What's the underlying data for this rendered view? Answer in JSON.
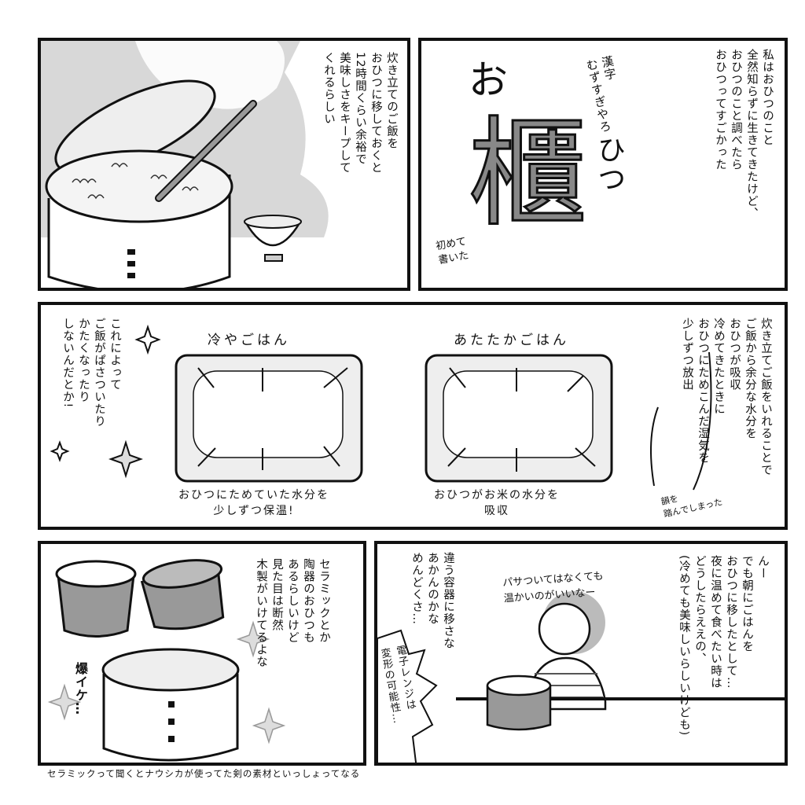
{
  "panel1": {
    "narration": "炊き立てのご飯を\nおひつに移しておくと\n12時間くらい余裕で\n美味しさをキープして\nくれるらしい"
  },
  "panel2": {
    "narration": "私はおひつのこと\n全然知らずに生きてきたけど、\nおひつのこと調べたら\nおひつってすごかった",
    "kanji": "櫃",
    "ruby_o": "お",
    "ruby_hitsu": "ひつ",
    "note_kanji": "漢字\nむずすぎやろ",
    "note_first": "初めて\n書いた"
  },
  "panel3": {
    "left_text": "これによって\nご飯がぱさついたり\nかたくなったり\nしないんだとか!",
    "cold_title": "冷やごはん",
    "cold_caption": "おひつにためていた水分を\n少しずつ保温!",
    "warm_title": "あたたかごはん",
    "warm_caption": "おひつがお米の水分を\n吸収",
    "right_text": "炊き立てご飯をいれることで\nご飯から余分な水分を\nおひつが吸収\n冷めてきたときに\nおひつにためこんだ湿気を\n少しずつ放出",
    "rhyme_note": "韻を\n踏んでしまった"
  },
  "panel4": {
    "narration": "セラミックとか\n陶器のおひつも\nあるらしいけど\n見た目は断然\n木製がいけてるよな",
    "exclaim": "爆イケ…"
  },
  "panel5": {
    "narration_right": "んー\nでも朝にごはんを\nおひつに移したとして…\n夜に温めて食べたい時は\nどうしたらええの、\n(冷めても美味しいらしいけども)",
    "thought": "パサついてはなくても\n温かいのがいいなー",
    "narration_left": "違う容器に移さな\nあかんのかな\nめんどくさ…",
    "burst": "電子レンジは\n変形の可能性…"
  },
  "footer_note": "セラミックって聞くとナウシカが使ってた剣の素材といっしょってなる"
}
